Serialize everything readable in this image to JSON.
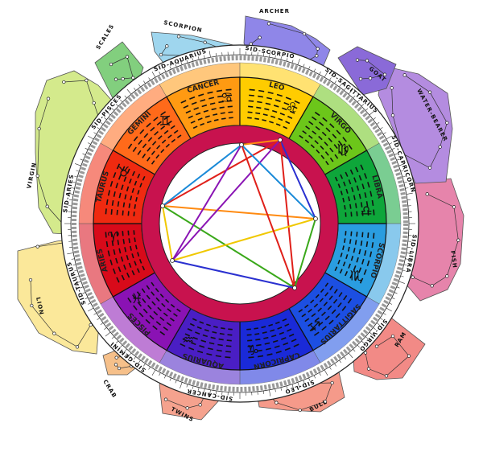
{
  "constellations": [
    {
      "name": "ARCHER",
      "color": "#8f86e8"
    },
    {
      "name": "SCORPION",
      "color": "#9fd6ee"
    },
    {
      "name": "SCALES",
      "color": "#82cf7e"
    },
    {
      "name": "VIRGIN",
      "color": "#d4ea8c"
    },
    {
      "name": "LION",
      "color": "#fbe89a"
    },
    {
      "name": "CRAB",
      "color": "#f6c08a"
    },
    {
      "name": "TWINS",
      "color": "#f5a28e"
    },
    {
      "name": "BULL",
      "color": "#f59a8a"
    },
    {
      "name": "RAM",
      "color": "#f28a86"
    },
    {
      "name": "FISH",
      "color": "#e684ab"
    },
    {
      "name": "WATER-BEARER",
      "color": "#b48ce0"
    },
    {
      "name": "GOAT",
      "color": "#8a6ad8"
    }
  ],
  "signs": [
    {
      "name": "GEMINI",
      "glyph": "♊",
      "color": "#ff6a1a"
    },
    {
      "name": "CANCER",
      "glyph": "♋",
      "color": "#ff9a12"
    },
    {
      "name": "LEO",
      "glyph": "♌",
      "color": "#ffcc00"
    },
    {
      "name": "VIRGO",
      "glyph": "♍",
      "color": "#6cc61a"
    },
    {
      "name": "LIBRA",
      "glyph": "♎",
      "color": "#0ea63a"
    },
    {
      "name": "SCORPIO",
      "glyph": "♏",
      "color": "#2a9de0"
    },
    {
      "name": "SAGITTARIUS",
      "glyph": "♐",
      "color": "#1c4fe2"
    },
    {
      "name": "CAPRICORN",
      "glyph": "♑",
      "color": "#1a2ad8"
    },
    {
      "name": "AQUARIUS",
      "glyph": "♒",
      "color": "#4a1ec4"
    },
    {
      "name": "PISCES",
      "glyph": "♓",
      "color": "#8a12b4"
    },
    {
      "name": "ARIES",
      "glyph": "♈",
      "color": "#d80a1a"
    },
    {
      "name": "TAURUS",
      "glyph": "♉",
      "color": "#ef2a10"
    }
  ],
  "sidereal_ring": [
    "SID-SCORPIO",
    "SID-SAGITTARIUS",
    "SID-CAPRICORN",
    "SID-LIBRA",
    "SID-VIRGO",
    "SID-LEO",
    "SID-CANCER",
    "SID-GEMINI",
    "SID-TAURUS",
    "SID-ARIES",
    "SID-PISCES",
    "SID-AQUARIUS"
  ],
  "colors": {
    "inner_ring": "#c8124e",
    "center": "#ffffff",
    "outer_band": "#ffffff"
  }
}
